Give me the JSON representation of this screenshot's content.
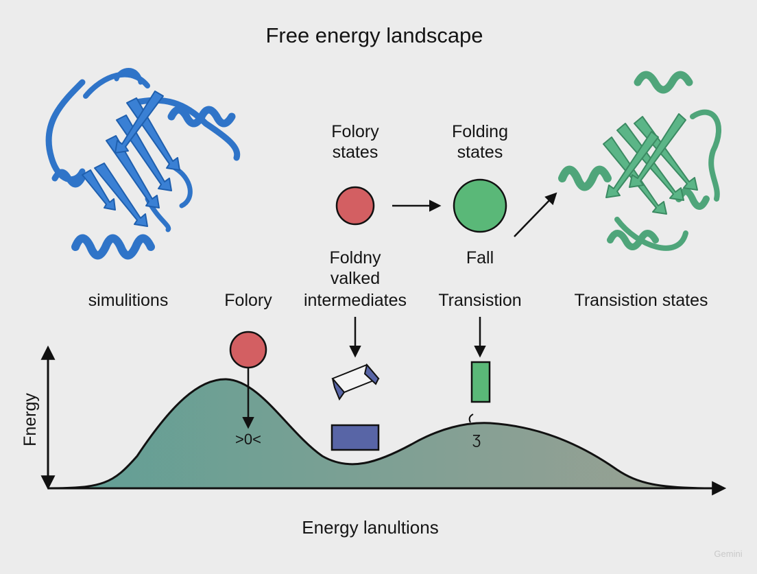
{
  "title": "Free energy landscape",
  "labels": {
    "folory_states": [
      "Folory",
      "states"
    ],
    "folding_states": [
      "Folding",
      "states"
    ],
    "foldny_valked": [
      "Foldny",
      "valked"
    ],
    "fall": "Fall",
    "simulitions": "simulitions",
    "folory": "Folory",
    "intermediates": "intermediates",
    "transistion": "Transistion",
    "transistion_states": "Transistion states",
    "peak_mark_1": ">0<",
    "peak_mark_2": "Ʒ"
  },
  "axes": {
    "y_label": "Fnergy",
    "x_label": "Energy lanultions"
  },
  "watermark": "Gemini",
  "colors": {
    "background": "#ececec",
    "protein_left": "#2f74c8",
    "protein_right": "#4fa57a",
    "red_state": "#d35f62",
    "green_state": "#5ab878",
    "blue_block": "#5865a6",
    "landscape_left": "#5f9f95",
    "landscape_right": "#9ca193",
    "ink": "#111111"
  }
}
